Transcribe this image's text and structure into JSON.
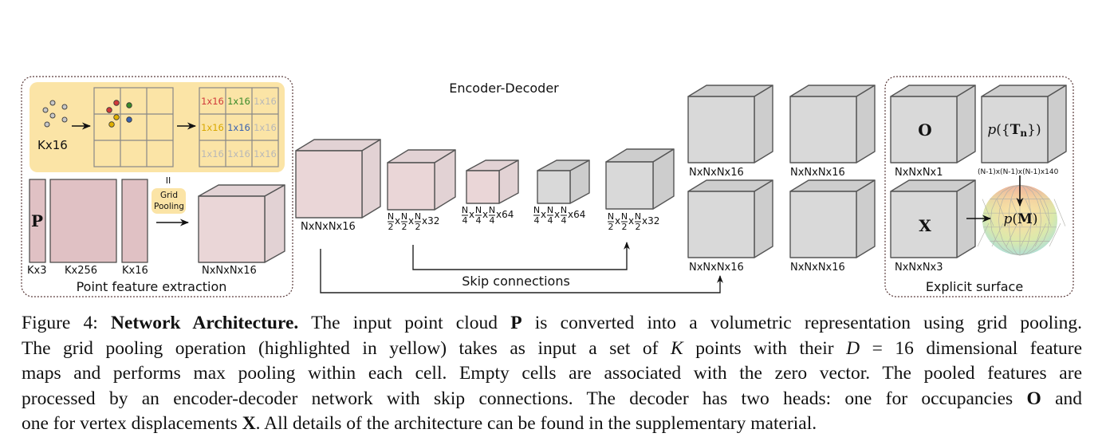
{
  "figure": {
    "title_encoder_decoder": "Encoder-Decoder",
    "point_feature": {
      "section_label": "Point feature extraction",
      "input_points_label": "Kx16",
      "grid_cells": [
        {
          "text": "1x16",
          "color": "#d03a3a"
        },
        {
          "text": "1x16",
          "color": "#3a8a2a"
        },
        {
          "text": "1x16",
          "color": "#b8b8b8"
        },
        {
          "text": "1x16",
          "color": "#d8a800"
        },
        {
          "text": "1x16",
          "color": "#3a62b0"
        },
        {
          "text": "1x16",
          "color": "#b8b8b8"
        },
        {
          "text": "1x16",
          "color": "#b8b8b8"
        },
        {
          "text": "1x16",
          "color": "#b8b8b8"
        },
        {
          "text": "1x16",
          "color": "#b8b8b8"
        }
      ],
      "equals_sign": "II",
      "grid_pooling_label_1": "Grid",
      "grid_pooling_label_2": "Pooling",
      "p_symbol": "P",
      "bar_labels": [
        "Kx3",
        "Kx256",
        "Kx16"
      ],
      "pooled_volume_label": "NxNxNx16",
      "highlight_color": "#fbe4a6",
      "feature_color": "#e0c1c4"
    },
    "encoder": {
      "blocks": [
        {
          "label": "NxNxNx16",
          "fraction": "",
          "suffix": ""
        },
        {
          "label": "",
          "fraction": "N/2",
          "suffix": "x32"
        },
        {
          "label": "",
          "fraction": "N/4",
          "suffix": "x64"
        },
        {
          "label": "",
          "fraction": "N/4",
          "suffix": "x64"
        },
        {
          "label": "",
          "fraction": "N/2",
          "suffix": "x32"
        }
      ],
      "frac_numerator": "N",
      "frac_denominators": [
        "",
        "2",
        "4",
        "4",
        "2"
      ],
      "encoder_color": "#ead6d7",
      "decoder_color": "#d9d9d9"
    },
    "skip_connections_label": "Skip connections",
    "decoder_heads": {
      "labels": [
        "NxNxNx16",
        "NxNxNx16",
        "NxNxNx16",
        "NxNxNx16"
      ]
    },
    "explicit_surface": {
      "section_label": "Explicit surface",
      "occupancy_symbol": "O",
      "occupancy_label": "NxNxNx1",
      "topology_symbol": "p({Tn})",
      "topology_label": "(N-1)x(N-1)x(N-1)x140",
      "displacement_symbol": "X",
      "displacement_label": "NxNxNx3",
      "mesh_symbol": "p(M)"
    }
  },
  "caption": {
    "figure_number": "Figure 4:",
    "bold_title": "Network Architecture.",
    "lines": [
      "The input point cloud",
      "P",
      "is converted into a volumetric representation using grid pooling.",
      "The grid pooling operation (highlighted in yellow) takes as input a set of",
      "K",
      "points with their",
      "D",
      "= 16 dimensional feature",
      "maps and performs max pooling within each cell. Empty cells are associated with the zero vector. The pooled features are",
      "processed by an encoder-decoder network with skip connections. The decoder has two heads: one for occupancies",
      "O",
      "and",
      "one for vertex displacements",
      "X",
      ". All details of the architecture can be found in the supplementary material."
    ]
  }
}
